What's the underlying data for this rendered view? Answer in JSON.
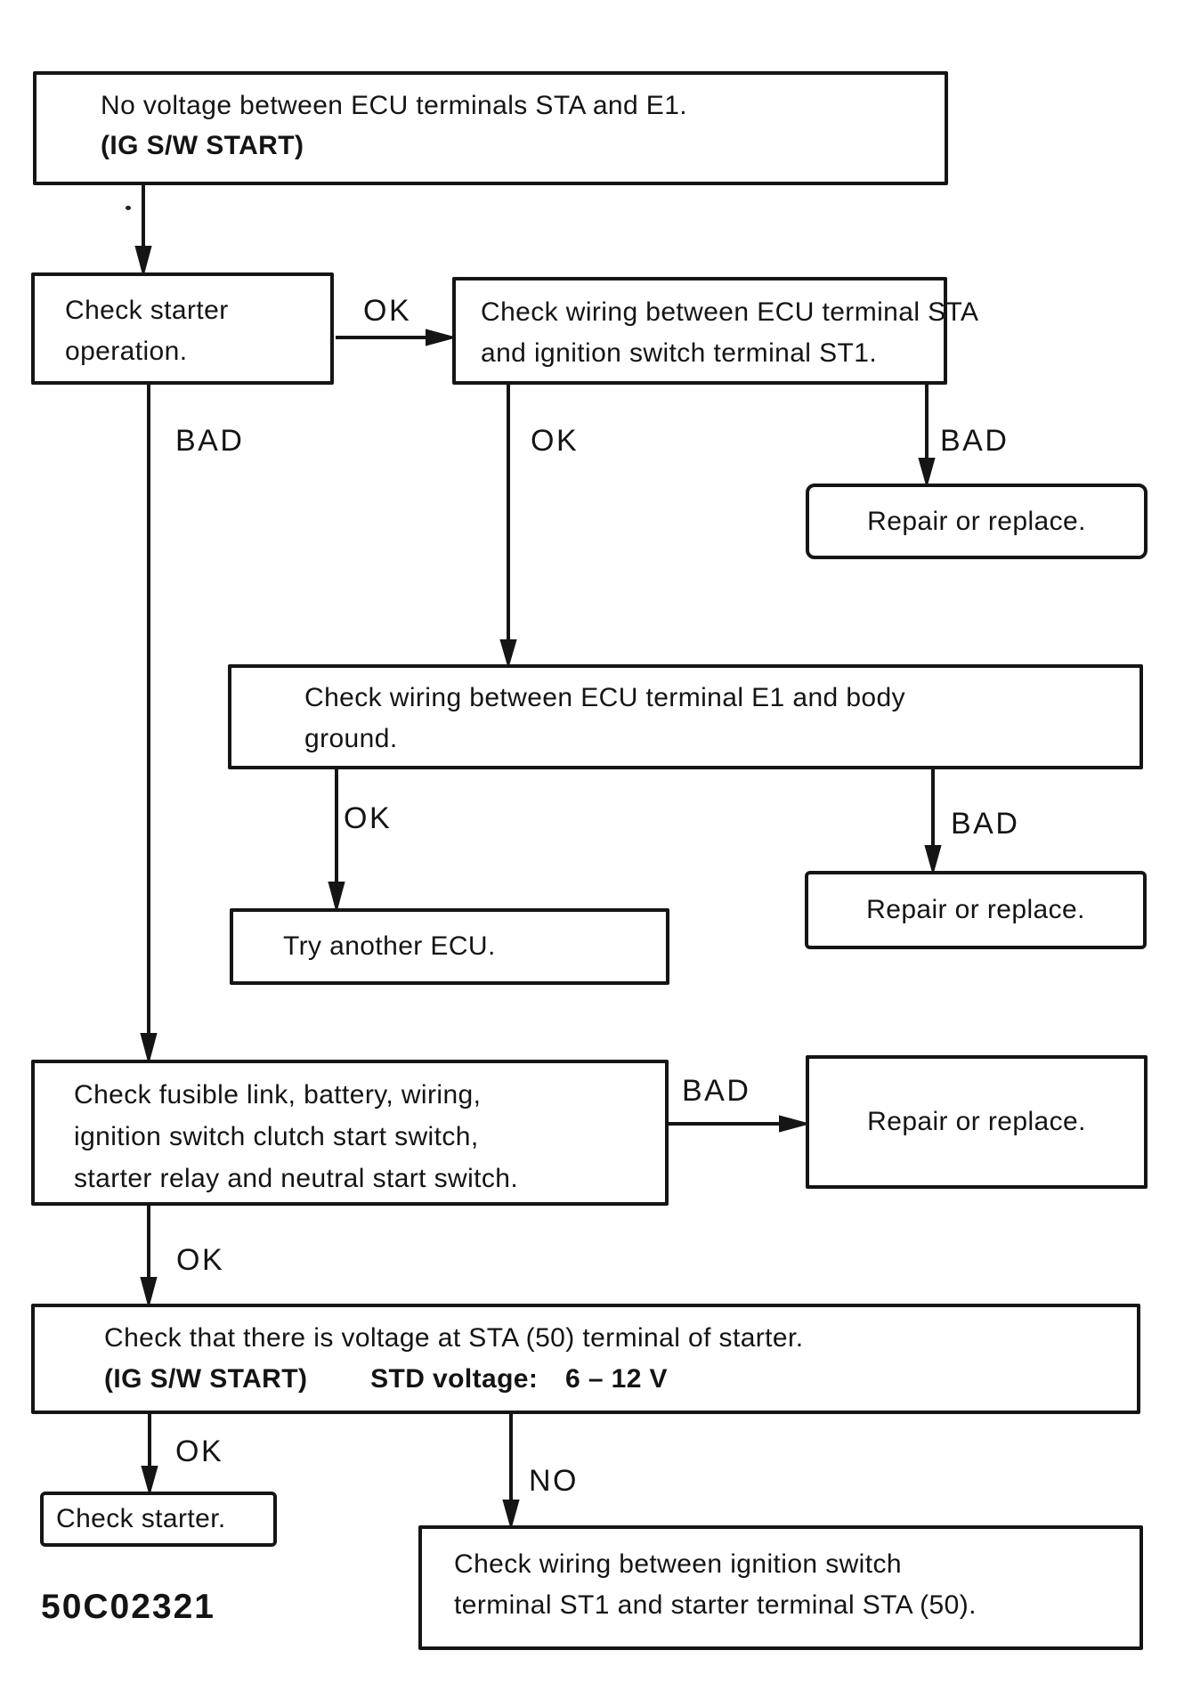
{
  "page": {
    "background": "#ffffff",
    "ink": "#141414"
  },
  "figure_code": "50C02321",
  "nodes": {
    "no_voltage": {
      "lines": [
        "No voltage between ECU terminals STA and E1.",
        "(IG S/W START)"
      ]
    },
    "check_starter_operation": {
      "lines": [
        "Check starter",
        "operation."
      ]
    },
    "check_wiring_sta_st1": {
      "lines": [
        "Check wiring between ECU terminal STA",
        "and ignition switch terminal ST1."
      ]
    },
    "repair_or_replace_1": {
      "lines": [
        "Repair or replace."
      ]
    },
    "check_wiring_e1_ground": {
      "lines": [
        "Check wiring between ECU terminal E1 and body",
        "ground."
      ]
    },
    "try_another_ecu": {
      "lines": [
        "Try another ECU."
      ]
    },
    "repair_or_replace_2": {
      "lines": [
        "Repair or replace."
      ]
    },
    "check_fusible_link": {
      "lines": [
        "Check fusible link, battery, wiring,",
        "ignition switch clutch start switch,",
        "starter relay and neutral start switch."
      ]
    },
    "repair_or_replace_3": {
      "lines": [
        "Repair or replace."
      ]
    },
    "check_voltage_sta_50": {
      "line1": "Check that there is voltage at STA (50) terminal of starter.",
      "line2_ig": "(IG S/W START)",
      "line2_std": "STD voltage:",
      "line2_value": "6 – 12 V"
    },
    "check_starter": {
      "lines": [
        "Check starter."
      ]
    },
    "check_wiring_st1_sta50": {
      "lines": [
        "Check wiring between ignition switch",
        "terminal ST1 and starter terminal STA (50)."
      ]
    }
  },
  "edge_labels": {
    "ok_starter_operation": "OK",
    "bad_starter_operation": "BAD",
    "ok_wiring_sta": "OK",
    "bad_wiring_sta": "BAD",
    "ok_wiring_e1": "OK",
    "bad_wiring_e1": "BAD",
    "bad_fusible": "BAD",
    "ok_fusible": "OK",
    "ok_voltage": "OK",
    "no_voltage_at_sta": "NO"
  }
}
